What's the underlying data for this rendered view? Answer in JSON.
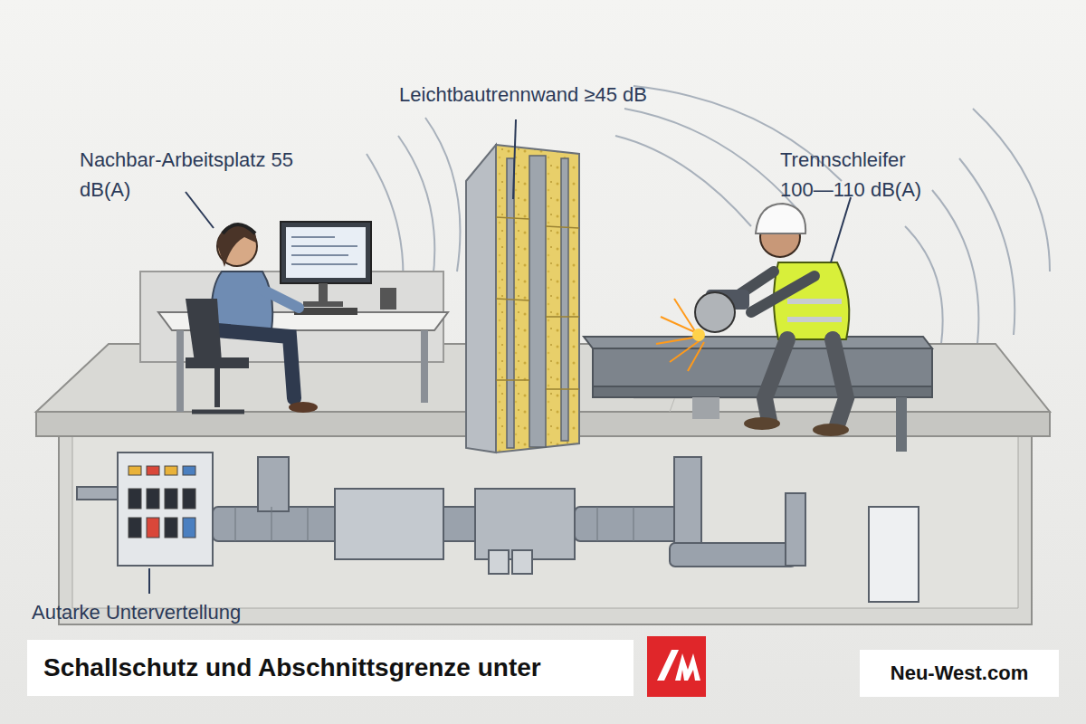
{
  "diagram": {
    "title": "Schallschutz und Abschnittsgrenze unter",
    "nodes": [
      {
        "text": [
          "Neu-West.com"
        ]
      }
    ],
    "labels": [
      "Nachbar-Arbeitsplatz 55 dB(A)",
      "Leichtbautrennwand ≥45 dB",
      "Trennschleifer 100—110 dB(A)",
      "Autarke Untervertellung"
    ]
  }
}
